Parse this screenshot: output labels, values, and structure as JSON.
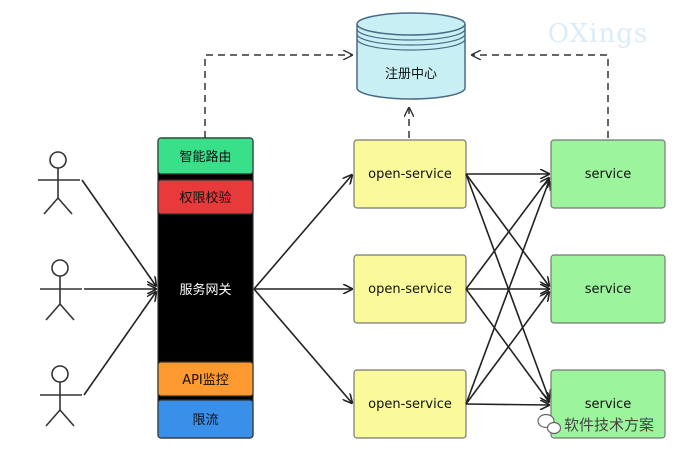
{
  "watermark": {
    "top_text": "OXings",
    "bottom_text": "软件技术方案"
  },
  "registry": {
    "label": "注册中心",
    "fill": "#c8f0f4",
    "stroke": "#4a6a86"
  },
  "gateway": {
    "label": "服务网关",
    "fill": "#000000",
    "text_color": "#ffffff",
    "modules": [
      {
        "label": "智能路由",
        "fill": "#38e08a",
        "text_color": "#111111"
      },
      {
        "label": "权限校验",
        "fill": "#e83a3a",
        "text_color": "#111111"
      },
      {
        "label": "API监控",
        "fill": "#ff9a30",
        "text_color": "#111111"
      },
      {
        "label": "限流",
        "fill": "#3a90e8",
        "text_color": "#111111"
      }
    ]
  },
  "open_services": [
    {
      "label": "open-service"
    },
    {
      "label": "open-service"
    },
    {
      "label": "open-service"
    }
  ],
  "open_service_style": {
    "fill": "#fafa9a",
    "stroke": "#777777"
  },
  "services": [
    {
      "label": "service"
    },
    {
      "label": "service"
    },
    {
      "label": "service"
    }
  ],
  "service_style": {
    "fill": "#9cf59c",
    "stroke": "#777777"
  },
  "users": [
    {
      "label": ""
    },
    {
      "label": ""
    },
    {
      "label": ""
    }
  ]
}
